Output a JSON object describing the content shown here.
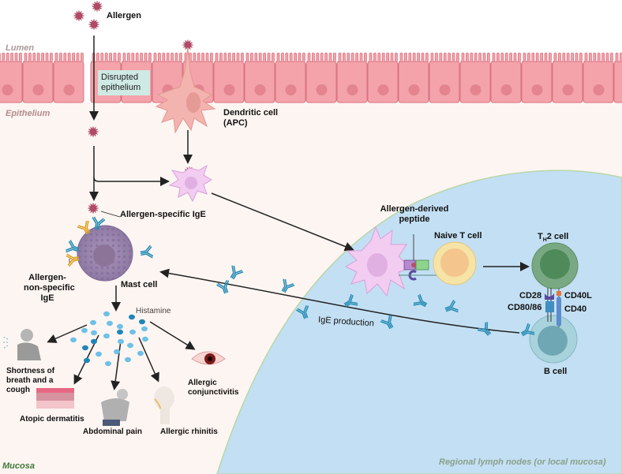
{
  "regions": {
    "lumen": "Lumen",
    "epithelium": "Epithelium",
    "mucosa": "Mucosa",
    "lymph": "Regional lymph nodes (or local mucosa)"
  },
  "labels": {
    "allergen": "Allergen",
    "disrupted_line1": "Disrupted",
    "disrupted_line2": "epithelium",
    "dendritic_line1": "Dendritic cell",
    "dendritic_line2": "(APC)",
    "allergen_specific_ige": "Allergen-specific IgE",
    "nonspecific_line1": "Allergen-",
    "nonspecific_line2": "non-specific",
    "nonspecific_line3": "IgE",
    "mast_cell": "Mast cell",
    "histamine": "Histamine",
    "peptide_line1": "Allergen-derived",
    "peptide_line2": "peptide",
    "naive_t": "Naive T cell",
    "th2_prefix": "T",
    "th2_sub": "H",
    "th2_suffix": "2 cell",
    "cd28": "CD28",
    "cd80": "CD80/86",
    "cd40l": "CD40L",
    "cd40": "CD40",
    "b_cell": "B cell",
    "ige_production": "IgE production"
  },
  "symptoms": [
    {
      "label_lines": [
        "Shortness of",
        "breath and a",
        "cough"
      ]
    },
    {
      "label_lines": [
        "Atopic dermatitis"
      ]
    },
    {
      "label_lines": [
        "Abdominal pain"
      ]
    },
    {
      "label_lines": [
        "Allergic rhinitis"
      ]
    },
    {
      "label_lines": [
        "Allergic",
        "conjunctivitis"
      ]
    }
  ],
  "colors": {
    "epithelium": "#f4a3ab",
    "epithelium_border": "#d9737f",
    "mucosa_bg": "#fdf5f2",
    "lymph_bg": "#c3dff3",
    "allergen": "#b04a66",
    "mast_cell": "#9a86ad",
    "antibody_blue": "#2a8fb6",
    "antibody_gold": "#e0a32b",
    "th2": "#6fa17a",
    "naive_t": "#f6e3a6",
    "b_cell": "#9fcdd6",
    "histamine": "#5ab5de"
  }
}
